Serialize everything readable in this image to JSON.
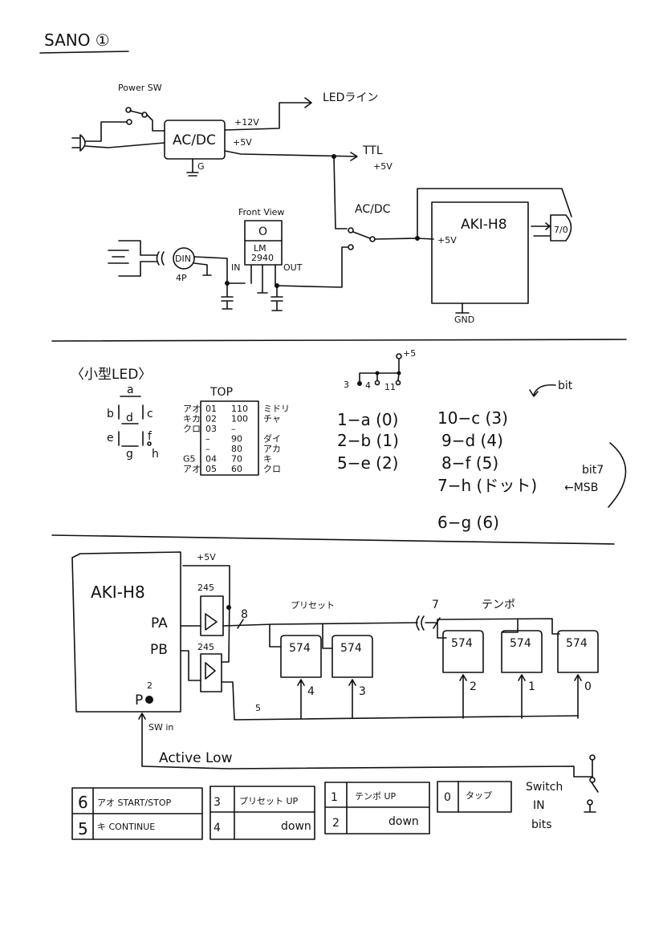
{
  "title": "SANO ①",
  "power": {
    "power_sw": "Power SW",
    "acdc": "AC/DC",
    "v12": "+12V",
    "v5": "+5V",
    "g": "G",
    "led_line": "LEDライン",
    "ttl": "TTL",
    "ttl_v": "+5V",
    "switch_label": "AC/DC",
    "aki": "AKI-H8",
    "aki_v": "+5V",
    "gnd": "GND",
    "side_box": "7/0",
    "front_view": "Front View",
    "reg_o": "O",
    "reg_name1": "LM",
    "reg_name2": "2940",
    "reg_in": "IN",
    "reg_out": "OUT",
    "din": "DIN",
    "din_pins": "4P"
  },
  "led": {
    "heading": "〈小型LED〉",
    "segments": [
      "a",
      "b",
      "c",
      "d",
      "e",
      "f",
      "g",
      "h"
    ],
    "top_label": "TOP",
    "pin_rows": [
      {
        "left": "アオ",
        "c1": "01",
        "c2": "110",
        "right": "ミドリ"
      },
      {
        "left": "キカ",
        "c1": "02",
        "c2": "100",
        "right": "チャ"
      },
      {
        "left": "クロ",
        "c1": "03",
        "c2": "–",
        "right": ""
      },
      {
        "left": "",
        "c1": "–",
        "c2": "90",
        "right": "ダイ"
      },
      {
        "left": "",
        "c1": "–",
        "c2": "80",
        "right": "アカ"
      },
      {
        "left": "G5",
        "c1": "04",
        "c2": "70",
        "right": "キ"
      },
      {
        "left": "アオ",
        "c1": "05",
        "c2": "60",
        "right": "クロ"
      }
    ],
    "common_pins": {
      "plus": "+5",
      "p3": "3",
      "p4": "4",
      "p11": "11"
    },
    "mapping_left": [
      "1−a (0)",
      "2−b (1)",
      "5−e (2)"
    ],
    "mapping_right": [
      "10−c (3)",
      "9−d (4)",
      "8−f (5)",
      "7−h (ドット)",
      "6−g (6)"
    ],
    "bit_note": "bit",
    "bit7": "bit7",
    "msb": "←MSB"
  },
  "logic": {
    "aki": "AKI-H8",
    "pa": "PA",
    "pb": "PB",
    "p": "P",
    "p_num": "2",
    "v5": "+5V",
    "buf1": "245",
    "buf2": "245",
    "bus_width": "8",
    "bus_width2": "7",
    "latch_width": "5",
    "preset_label": "プリセット",
    "tempo_label": "テンポ",
    "latches": [
      "574",
      "574",
      "574",
      "574",
      "574"
    ],
    "latch_clk": [
      "4",
      "3",
      "2",
      "1",
      "0"
    ],
    "sw_in": "SW in",
    "active_low": "Active Low"
  },
  "switch_table": {
    "group1": [
      {
        "bit": "6",
        "text": "アオ START/STOP"
      },
      {
        "bit": "5",
        "text": "キ   CONTINUE"
      }
    ],
    "group2": [
      {
        "bit": "3",
        "text": "プリセット UP"
      },
      {
        "bit": "4",
        "text": "down"
      }
    ],
    "group3": [
      {
        "bit": "1",
        "text": "テンポ UP"
      },
      {
        "bit": "2",
        "text": "down"
      }
    ],
    "group4": [
      {
        "bit": "0",
        "text": "タップ"
      }
    ],
    "note": [
      "Switch",
      "IN",
      "bits"
    ]
  }
}
